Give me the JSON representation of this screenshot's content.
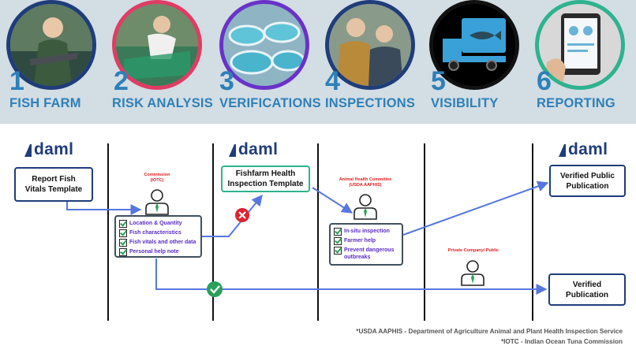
{
  "steps": [
    {
      "num": "1",
      "label": "FISH FARM",
      "border": "#1f3d7a",
      "icon": "fish-farm-photo"
    },
    {
      "num": "2",
      "label": "RISK ANALYSIS",
      "border": "#e03c64",
      "icon": "net-repair-photo"
    },
    {
      "num": "3",
      "label": "VERIFICATIONS",
      "border": "#6a32c9",
      "icon": "fish-tanks-photo"
    },
    {
      "num": "4",
      "label": "INSPECTIONS",
      "border": "#1f3d7a",
      "icon": "inspectors-photo"
    },
    {
      "num": "5",
      "label": "VISIBILITY",
      "border": "#111111",
      "icon": "truck-icon"
    },
    {
      "num": "6",
      "label": "REPORTING",
      "border": "#2db38e",
      "icon": "tablet-photo"
    }
  ],
  "logos": {
    "text": "daml"
  },
  "flow": {
    "report_template": "Report Fish Vitals Template",
    "commission_role": "Commission (IOTC)",
    "commission_checklist": [
      "Location & Quantity",
      "Fish characteristics",
      "Fish vitals and other data",
      "Personal help note"
    ],
    "health_template": "Fishfarm Health Inspection Template",
    "animal_role": "Animal Health Committee (USDA AAPHIS)",
    "animal_checklist": [
      "In-situ inspection",
      "Farmer help",
      "Prevent dangerous outbreaks"
    ],
    "private_role": "Private Company/ Public",
    "verified_public": "Verified Public Publication",
    "verified": "Verified Publication"
  },
  "footnotes": [
    "*USDA AAPHIS - Department of Agriculture Animal and Plant Health Inspection Service",
    "*IOTC - Indian Ocean Tuna Commission"
  ],
  "colors": {
    "accent": "#2e80b8",
    "navy": "#1f3d7a",
    "arrow": "#5577e0",
    "check_text": "#5b2cc2",
    "role_text": "#e02020",
    "reject": "#e0222e",
    "approve": "#2aa05a"
  }
}
